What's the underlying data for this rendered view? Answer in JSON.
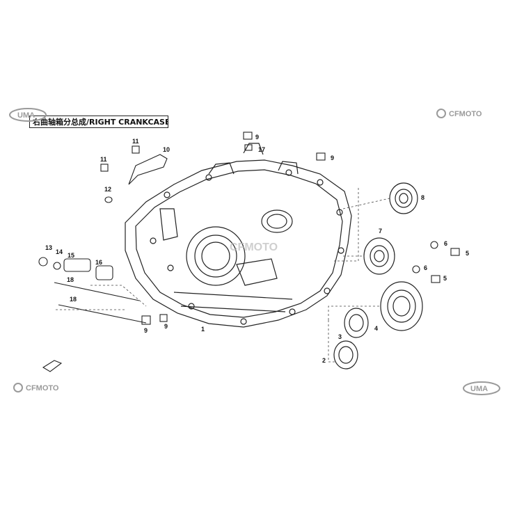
{
  "title": "右曲轴箱分总成/RIGHT CRANKCASE",
  "logos": {
    "uma": "UMA",
    "cfmoto": "CFMOTO",
    "watermark": "CFMOTO"
  },
  "callouts": [
    "1",
    "2",
    "3",
    "4",
    "5",
    "5",
    "6",
    "6",
    "7",
    "8",
    "9",
    "9",
    "9",
    "9",
    "10",
    "11",
    "11",
    "12",
    "13",
    "14",
    "15",
    "16",
    "17",
    "18",
    "18"
  ],
  "colors": {
    "line": "#222222",
    "watermark": "#bbbbbb",
    "logo_gray": "#9a9a9a"
  }
}
